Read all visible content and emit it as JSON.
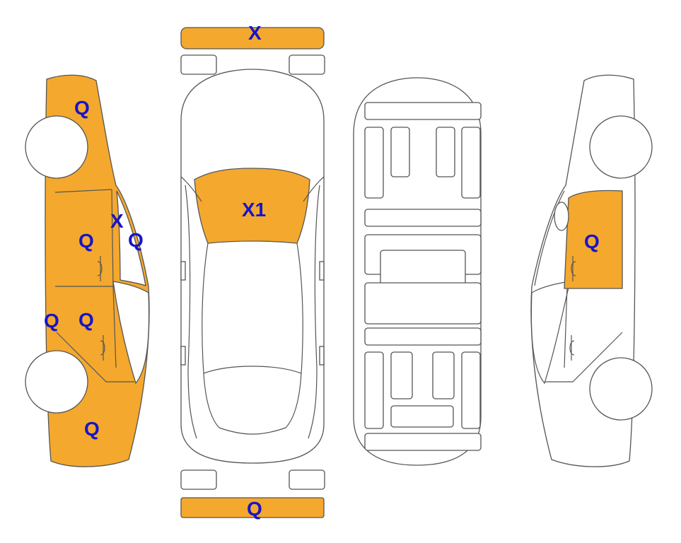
{
  "colors": {
    "damage_fill": "#f4a82e",
    "outline": "#555555",
    "label": "#1515c8"
  },
  "labels": {
    "front_bumper": "X",
    "windshield": "X1",
    "rear_bumper": "Q",
    "left_front_fender": "Q",
    "left_front_door": "Q",
    "left_a_pillar_x": "X",
    "left_a_pillar_q": "Q",
    "left_rear_door": "Q",
    "left_rocker": "Q",
    "left_rear_quarter": "Q",
    "right_door": "Q"
  }
}
